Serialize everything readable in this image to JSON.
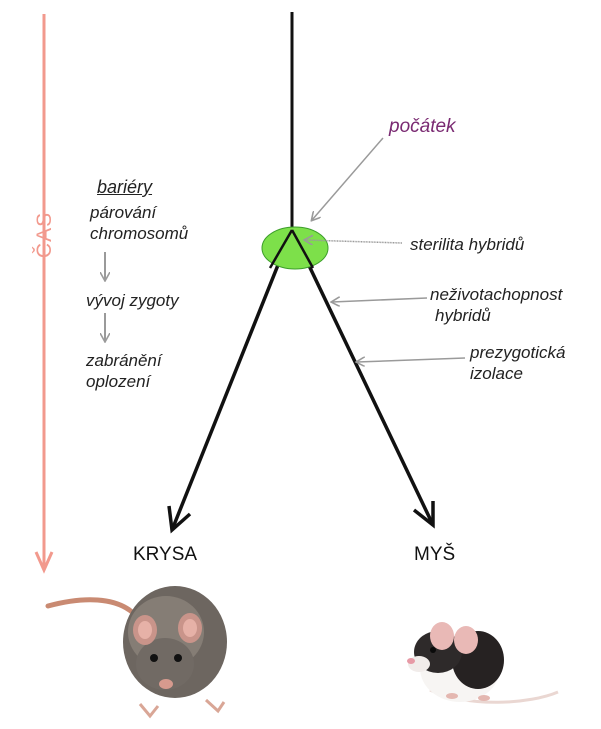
{
  "time_axis": {
    "label": "ČAS",
    "color": "#f2998d"
  },
  "origin_label": "počátek",
  "barriers": {
    "title": "bariéry",
    "items": [
      [
        "párování",
        "chromosomů"
      ],
      [
        "vývoj zygoty"
      ],
      [
        "zabránění",
        "oplození"
      ]
    ]
  },
  "isolation_stages": [
    [
      "sterilita hybridů"
    ],
    [
      "neživotachopnost",
      "hybridů"
    ],
    [
      "prezygotická",
      "izolace"
    ]
  ],
  "species": {
    "left": "KRYSA",
    "right": "MYŠ"
  },
  "colors": {
    "lineage": "#111111",
    "node_fill": "#7de04a",
    "node_stroke": "#3c9e2a",
    "annotation_arrow": "#9a9a9a",
    "origin_text": "#7a2a72"
  }
}
